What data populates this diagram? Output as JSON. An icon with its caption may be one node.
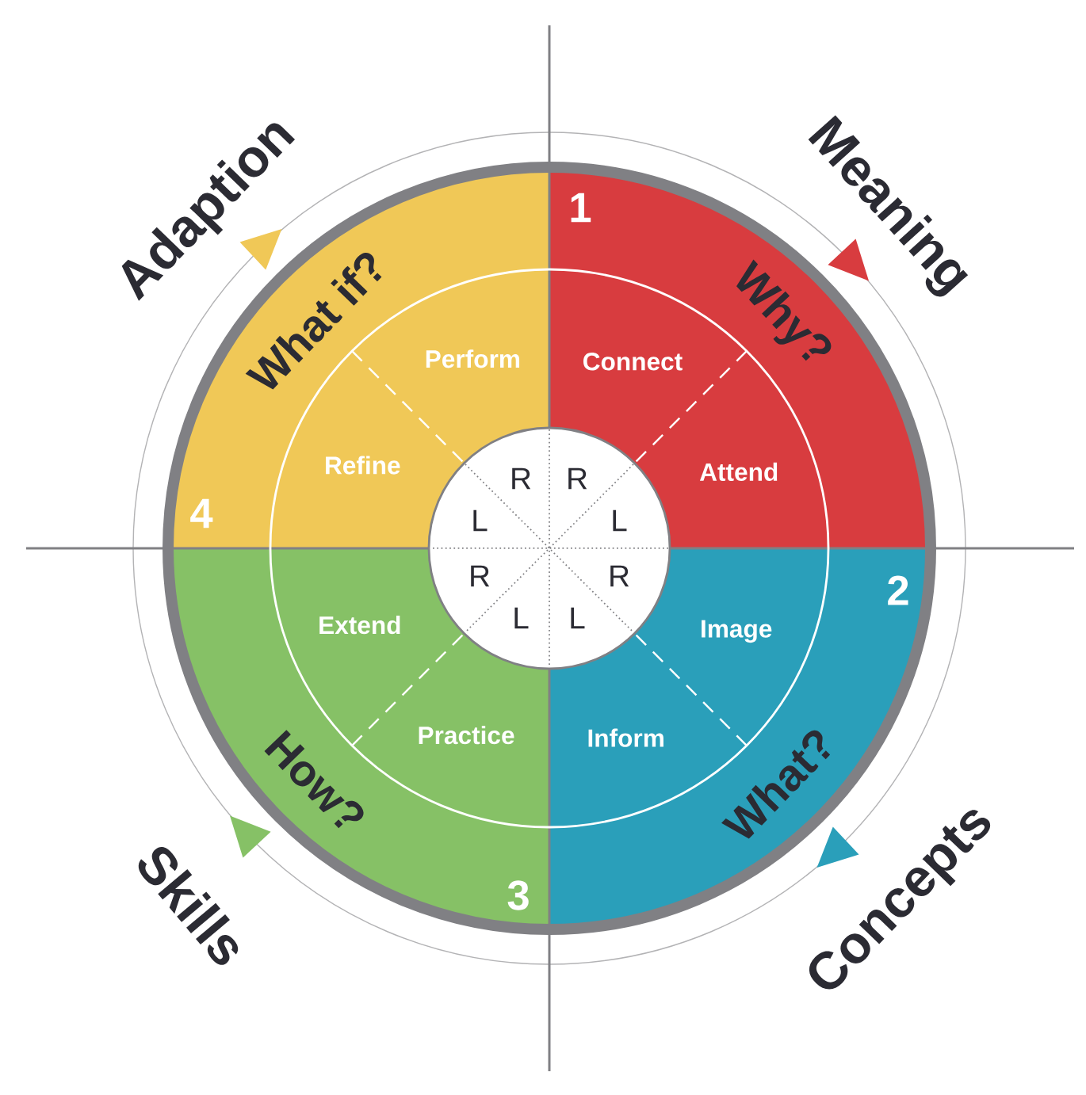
{
  "diagram": {
    "nodes": [
      {
        "text": [
          "1",
          "Why?"
        ],
        "beside": [
          "Meaning"
        ]
      },
      {
        "text": [
          "2",
          "What?"
        ],
        "beside": [
          "Concepts"
        ]
      },
      {
        "text": [
          "3",
          "How?"
        ],
        "beside": [
          "Skills"
        ]
      },
      {
        "text": [
          "4",
          "What if?"
        ],
        "beside": [
          "Adaption"
        ]
      },
      {
        "text": [
          "Connect"
        ],
        "in": 0
      },
      {
        "text": [
          "Attend"
        ],
        "in": 0
      },
      {
        "text": [
          "Image"
        ],
        "in": 1
      },
      {
        "text": [
          "Inform"
        ],
        "in": 1
      },
      {
        "text": [
          "Practice"
        ],
        "in": 2
      },
      {
        "text": [
          "Extend"
        ],
        "in": 2
      },
      {
        "text": [
          "Refine"
        ],
        "in": 3
      },
      {
        "text": [
          "Perform"
        ],
        "in": 3
      }
    ],
    "edges": [],
    "labels": [
      "R",
      "R",
      "L",
      "L",
      "R",
      "R",
      "L",
      "L"
    ]
  }
}
